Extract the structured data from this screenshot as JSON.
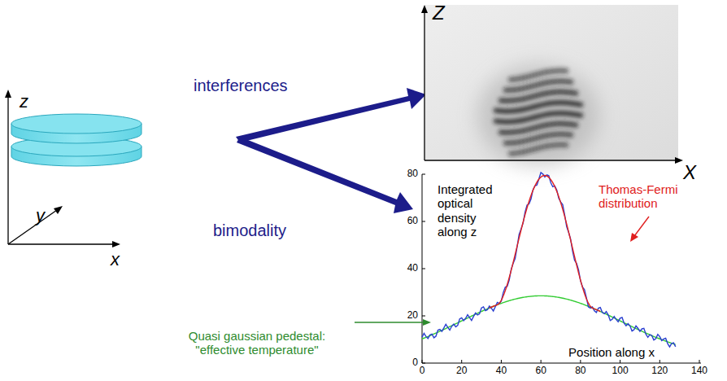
{
  "diagram": {
    "labels": [
      "z",
      "y",
      "x",
      "interferences",
      "bimodality",
      "Z",
      "X",
      "Integrated optical density along z",
      "Thomas-Fermi distribution",
      "Quasi gaussian pedestal: \"effective temperature\"",
      "Position along x",
      "0",
      "20",
      "40",
      "60",
      "80",
      "100",
      "120",
      "140",
      "0",
      "20",
      "40",
      "60",
      "80"
    ]
  }
}
